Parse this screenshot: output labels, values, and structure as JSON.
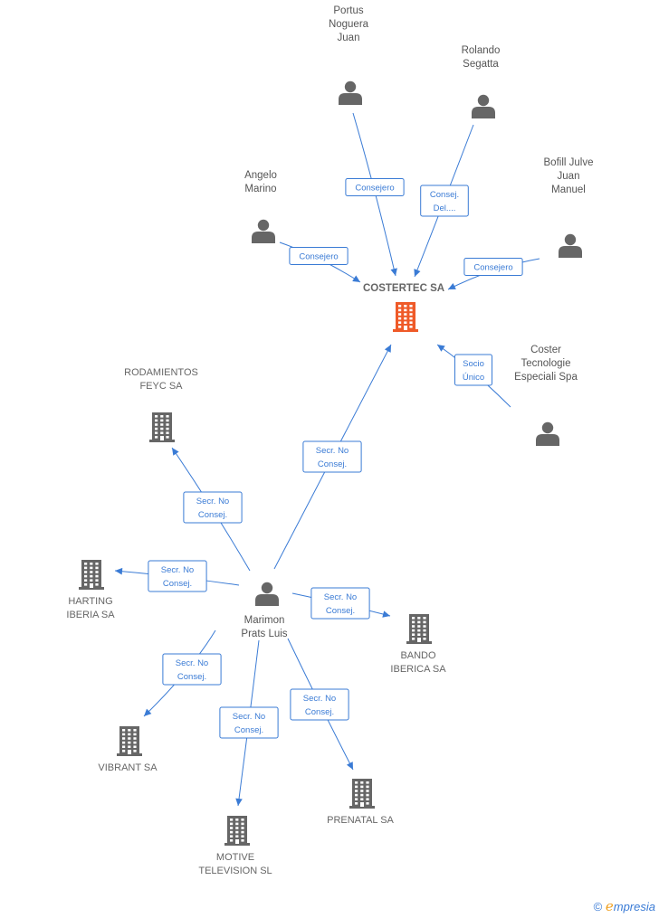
{
  "colors": {
    "accent": "#3a7bd5",
    "center": "#ef5a28",
    "node": "#666666"
  },
  "center": {
    "label": "COSTERTEC SA",
    "icon": "building-icon"
  },
  "people": [
    {
      "id": "portus",
      "lines": [
        "Portus",
        "Noguera",
        "Juan"
      ]
    },
    {
      "id": "rolando",
      "lines": [
        "Rolando",
        "Segatta"
      ]
    },
    {
      "id": "angelo",
      "lines": [
        "Angelo",
        "Marino"
      ]
    },
    {
      "id": "bofill",
      "lines": [
        "Bofill Julve",
        "Juan",
        "Manuel"
      ]
    },
    {
      "id": "coster",
      "lines": [
        "Coster",
        "Tecnologie",
        "Especiali Spa"
      ]
    },
    {
      "id": "marimon",
      "lines": [
        "Marimon",
        "Prats Luis"
      ]
    }
  ],
  "companies": [
    {
      "id": "rodamientos",
      "lines": [
        "RODAMIENTOS",
        "FEYC SA"
      ]
    },
    {
      "id": "harting",
      "lines": [
        "HARTING",
        "IBERIA SA"
      ]
    },
    {
      "id": "bando",
      "lines": [
        "BANDO",
        "IBERICA SA"
      ]
    },
    {
      "id": "vibrant",
      "lines": [
        "VIBRANT SA"
      ]
    },
    {
      "id": "motive",
      "lines": [
        "MOTIVE",
        "TELEVISION  SL"
      ]
    },
    {
      "id": "prenatal",
      "lines": [
        "PRENATAL SA"
      ]
    }
  ],
  "edges": [
    {
      "from": "portus",
      "to": "center",
      "label": [
        "Consejero"
      ]
    },
    {
      "from": "rolando",
      "to": "center",
      "label": [
        "Consej.",
        "Del...."
      ]
    },
    {
      "from": "angelo",
      "to": "center",
      "label": [
        "Consejero"
      ]
    },
    {
      "from": "bofill",
      "to": "center",
      "label": [
        "Consejero"
      ]
    },
    {
      "from": "coster",
      "to": "center",
      "label": [
        "Socio",
        "Único"
      ]
    },
    {
      "from": "marimon",
      "to": "center",
      "label": [
        "Secr.  No",
        "Consej."
      ]
    },
    {
      "from": "marimon",
      "to": "rodamientos",
      "label": [
        "Secr.  No",
        "Consej."
      ]
    },
    {
      "from": "marimon",
      "to": "harting",
      "label": [
        "Secr.  No",
        "Consej."
      ]
    },
    {
      "from": "marimon",
      "to": "bando",
      "label": [
        "Secr.  No",
        "Consej."
      ]
    },
    {
      "from": "marimon",
      "to": "vibrant",
      "label": [
        "Secr.  No",
        "Consej."
      ]
    },
    {
      "from": "marimon",
      "to": "motive",
      "label": [
        "Secr.  No",
        "Consej."
      ]
    },
    {
      "from": "marimon",
      "to": "prenatal",
      "label": [
        "Secr.  No",
        "Consej."
      ]
    }
  ],
  "footer": {
    "copyright": "©",
    "brand_e": "e",
    "brand_rest": "mpresia"
  }
}
